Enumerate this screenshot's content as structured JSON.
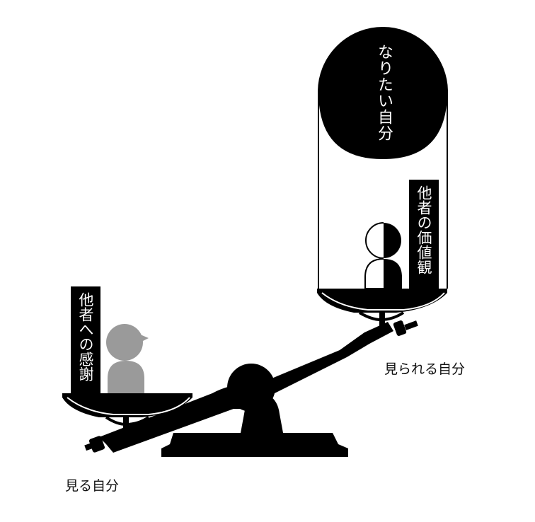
{
  "colors": {
    "ink": "#000000",
    "paper": "#ffffff",
    "gray_figure": "#9a9a9a"
  },
  "labels": {
    "ideal_self": "なりたい自分",
    "others_values": "他者の価値観",
    "gratitude": "他者への感謝",
    "seen_self": "見られる自分",
    "seeing_self": "見る自分"
  },
  "icons": {
    "balance_scale": "balance-scale-icon",
    "person_split": "person-half-icon",
    "person_gray": "person-gray-icon"
  }
}
